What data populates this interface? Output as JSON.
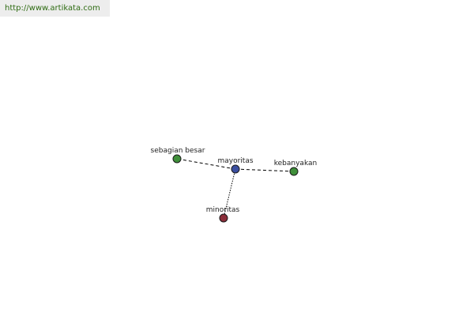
{
  "header": {
    "url_text": "http://www.artikata.com"
  },
  "graph": {
    "nodes": {
      "center": {
        "label": "mayoritas",
        "color": "#3b4fa0"
      },
      "related_1": {
        "label": "sebagian besar",
        "color": "#3f8f3a"
      },
      "related_2": {
        "label": "kebanyakan",
        "color": "#3f8f3a"
      },
      "antonym": {
        "label": "minoritas",
        "color": "#8b2e3a"
      }
    }
  }
}
